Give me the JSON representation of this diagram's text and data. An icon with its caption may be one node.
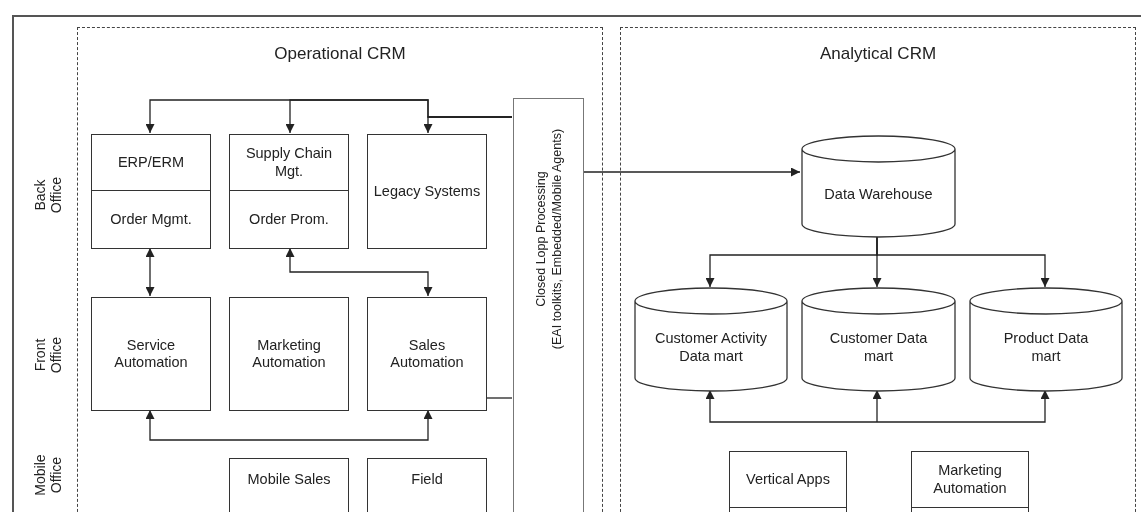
{
  "diagram": {
    "nodes": [
      {
        "text": [
          "Operational CRM"
        ]
      },
      {
        "text": [
          "ERP/ERM",
          "Order Mgmt."
        ],
        "in": 0
      },
      {
        "text": [
          "Supply Chain Mgt.",
          "Order Prom."
        ],
        "in": 0
      },
      {
        "text": [
          "Legacy Systems"
        ],
        "in": 0
      },
      {
        "text": [
          "Closed Lopp Processing",
          "(EAI toolkits, Embedded/Mobile Agents)"
        ],
        "in": 0
      },
      {
        "text": [
          "Service Automation"
        ],
        "in": 0
      },
      {
        "text": [
          "Marketing Automation"
        ],
        "in": 0
      },
      {
        "text": [
          "Sales Automation"
        ],
        "in": 0
      },
      {
        "text": [
          "Mobile Sales"
        ],
        "in": 0
      },
      {
        "text": [
          "Field"
        ],
        "in": 0
      },
      {
        "text": [
          "Analytical CRM"
        ]
      },
      {
        "text": [
          "Data Warehouse"
        ],
        "in": 10
      },
      {
        "text": [
          "Customer Activity Data mart"
        ],
        "in": 10
      },
      {
        "text": [
          "Customer Data mart"
        ],
        "in": 10
      },
      {
        "text": [
          "Product Data mart"
        ],
        "in": 10
      },
      {
        "text": [
          "Vertical Apps"
        ],
        "in": 10
      },
      {
        "text": [
          "Marketing Automation"
        ],
        "in": 10
      }
    ],
    "edges": [
      {
        "from": 4,
        "to": 1,
        "arrow": "to"
      },
      {
        "from": 4,
        "to": 2,
        "arrow": "to"
      },
      {
        "from": 4,
        "to": 3,
        "arrow": "to"
      },
      {
        "from": 4,
        "to": 11,
        "arrow": "to"
      },
      {
        "from": 7,
        "to": 4,
        "arrow": "none"
      },
      {
        "from": 1,
        "to": 5,
        "arrow": "both"
      },
      {
        "from": 2,
        "to": 7,
        "arrow": "both"
      },
      {
        "from": 5,
        "to": 7,
        "arrow": "both"
      },
      {
        "from": 11,
        "to": 12,
        "arrow": "to"
      },
      {
        "from": 11,
        "to": 13,
        "arrow": "to"
      },
      {
        "from": 11,
        "to": 14,
        "arrow": "to"
      },
      {
        "from": null,
        "to": 12,
        "arrow": "to"
      },
      {
        "from": null,
        "to": 13,
        "arrow": "to"
      },
      {
        "from": null,
        "to": 14,
        "arrow": "to"
      }
    ],
    "labels": [
      "Back Office",
      "Front Office",
      "Mobile Office"
    ]
  }
}
